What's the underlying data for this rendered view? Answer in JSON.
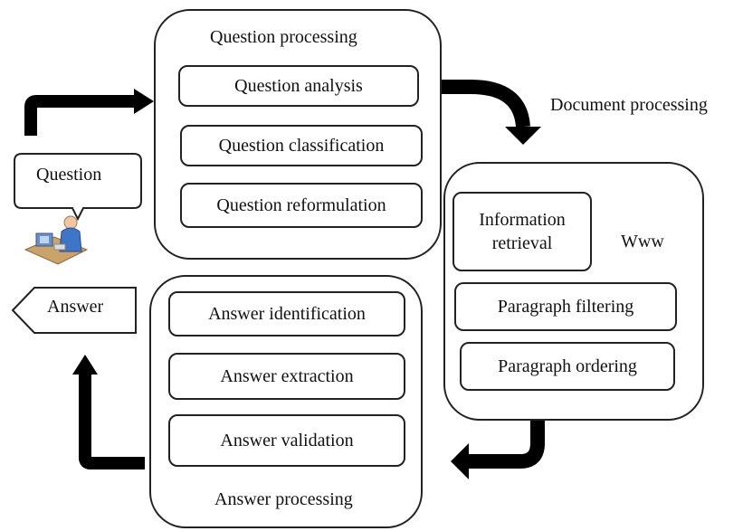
{
  "question_processing": {
    "title": "Question processing",
    "steps": [
      "Question analysis",
      "Question classification",
      "Question reformulation"
    ]
  },
  "document_processing": {
    "title": "Document processing",
    "info_retrieval": "Information retrieval",
    "www": "Www",
    "steps": [
      "Paragraph filtering",
      "Paragraph ordering"
    ]
  },
  "answer_processing": {
    "title": "Answer processing",
    "steps": [
      "Answer identification",
      "Answer extraction",
      "Answer validation"
    ]
  },
  "question_label": "Question",
  "answer_label": "Answer"
}
